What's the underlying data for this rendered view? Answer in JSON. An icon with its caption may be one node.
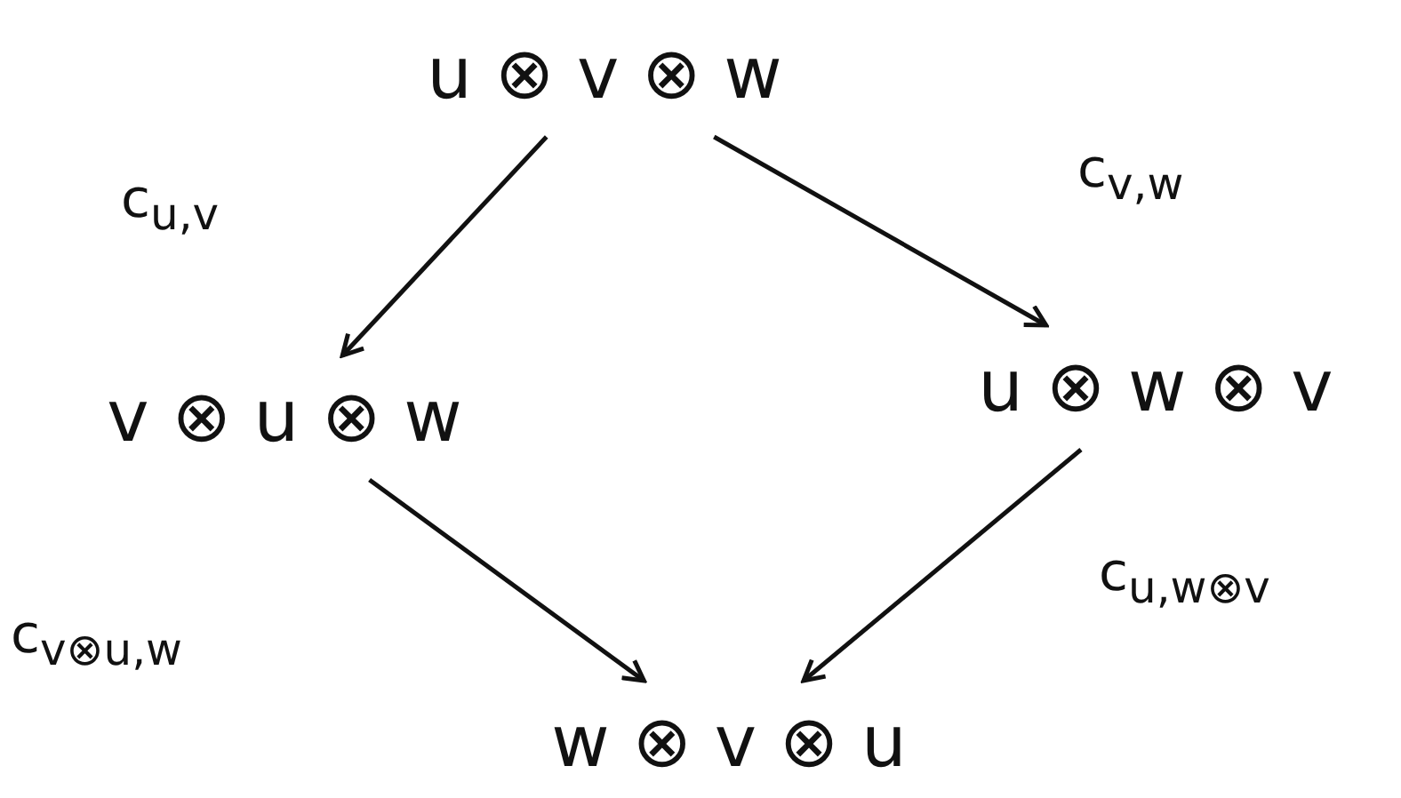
{
  "diagram": {
    "nodes": [
      {
        "text": [
          "u ⊗ v ⊗ w"
        ]
      },
      {
        "text": [
          "v ⊗ u ⊗ w"
        ]
      },
      {
        "text": [
          "u ⊗ w ⊗ v"
        ]
      },
      {
        "text": [
          "w ⊗ v ⊗ u"
        ]
      }
    ],
    "edges": [
      {
        "from": 0,
        "to": 1,
        "arrow": "to",
        "label": "c$_{u,v}$"
      },
      {
        "from": 0,
        "to": 2,
        "arrow": "to",
        "label": "c$_{v,w}$"
      },
      {
        "from": 1,
        "to": 3,
        "arrow": "to",
        "label": "c$_{v⊗u,w}$"
      },
      {
        "from": 2,
        "to": 3,
        "arrow": "to",
        "label": "c$_{u,w⊗v}$"
      }
    ]
  }
}
